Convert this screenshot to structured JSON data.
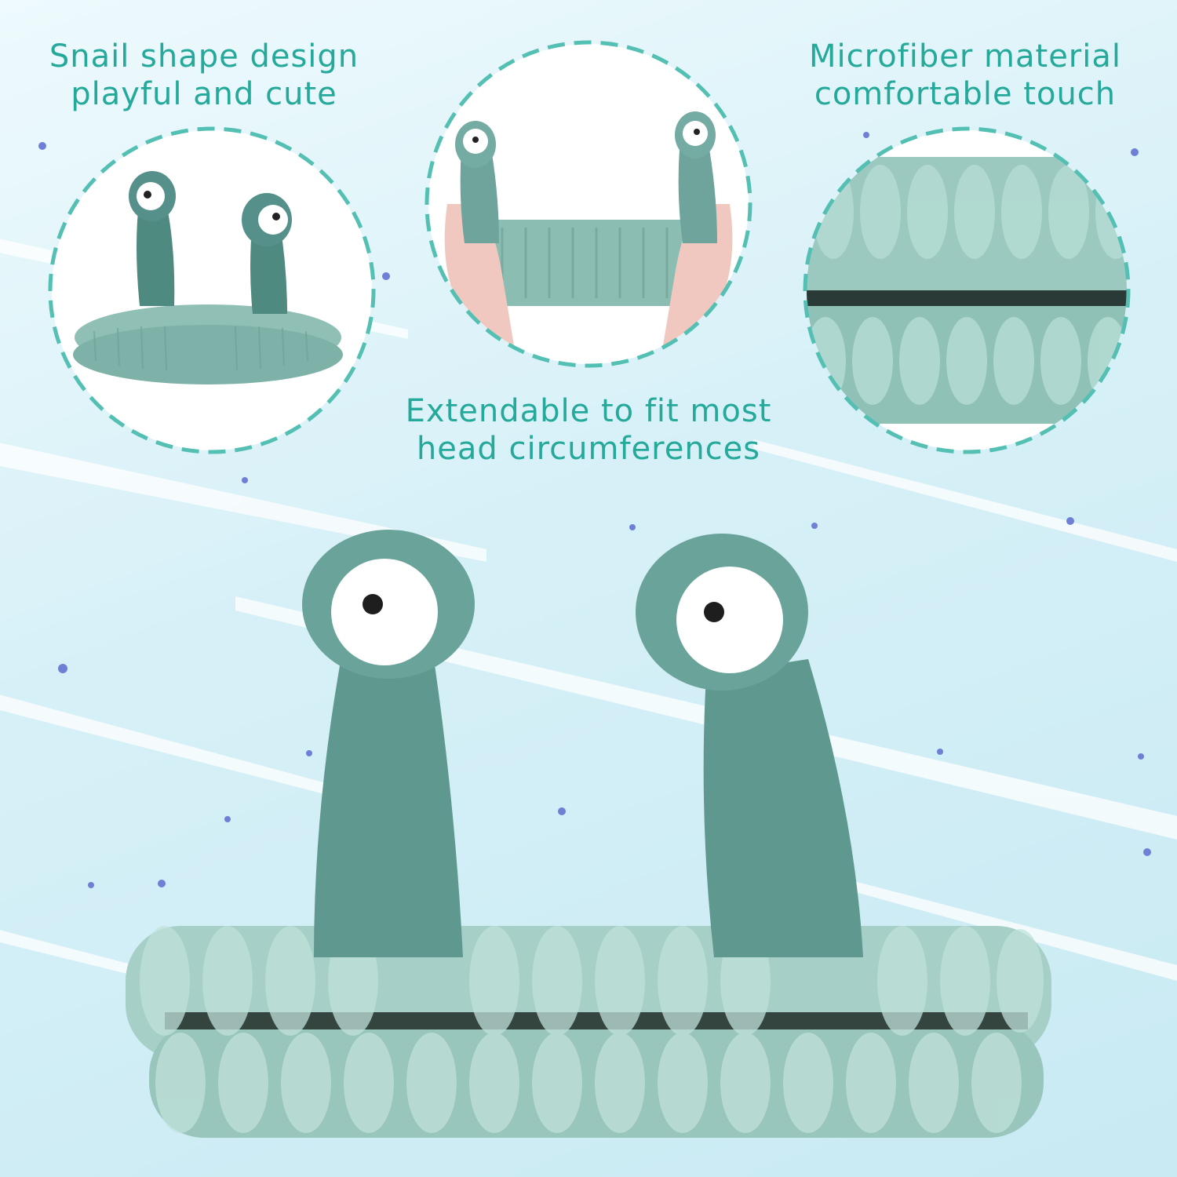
{
  "captions": {
    "snail": {
      "line1": "Snail shape design",
      "line2": "playful and cute"
    },
    "microfiber": {
      "line1": "Microfiber material",
      "line2": "comfortable touch"
    },
    "extendable": {
      "line1": "Extendable to fit most",
      "line2": "head circumferences"
    }
  },
  "colors": {
    "caption_teal": "#25a99a",
    "ring_teal": "#54bfb3",
    "fabric_green": "#6a9f94",
    "fabric_light": "#a5cfc7",
    "background": "#d6f0f7"
  }
}
